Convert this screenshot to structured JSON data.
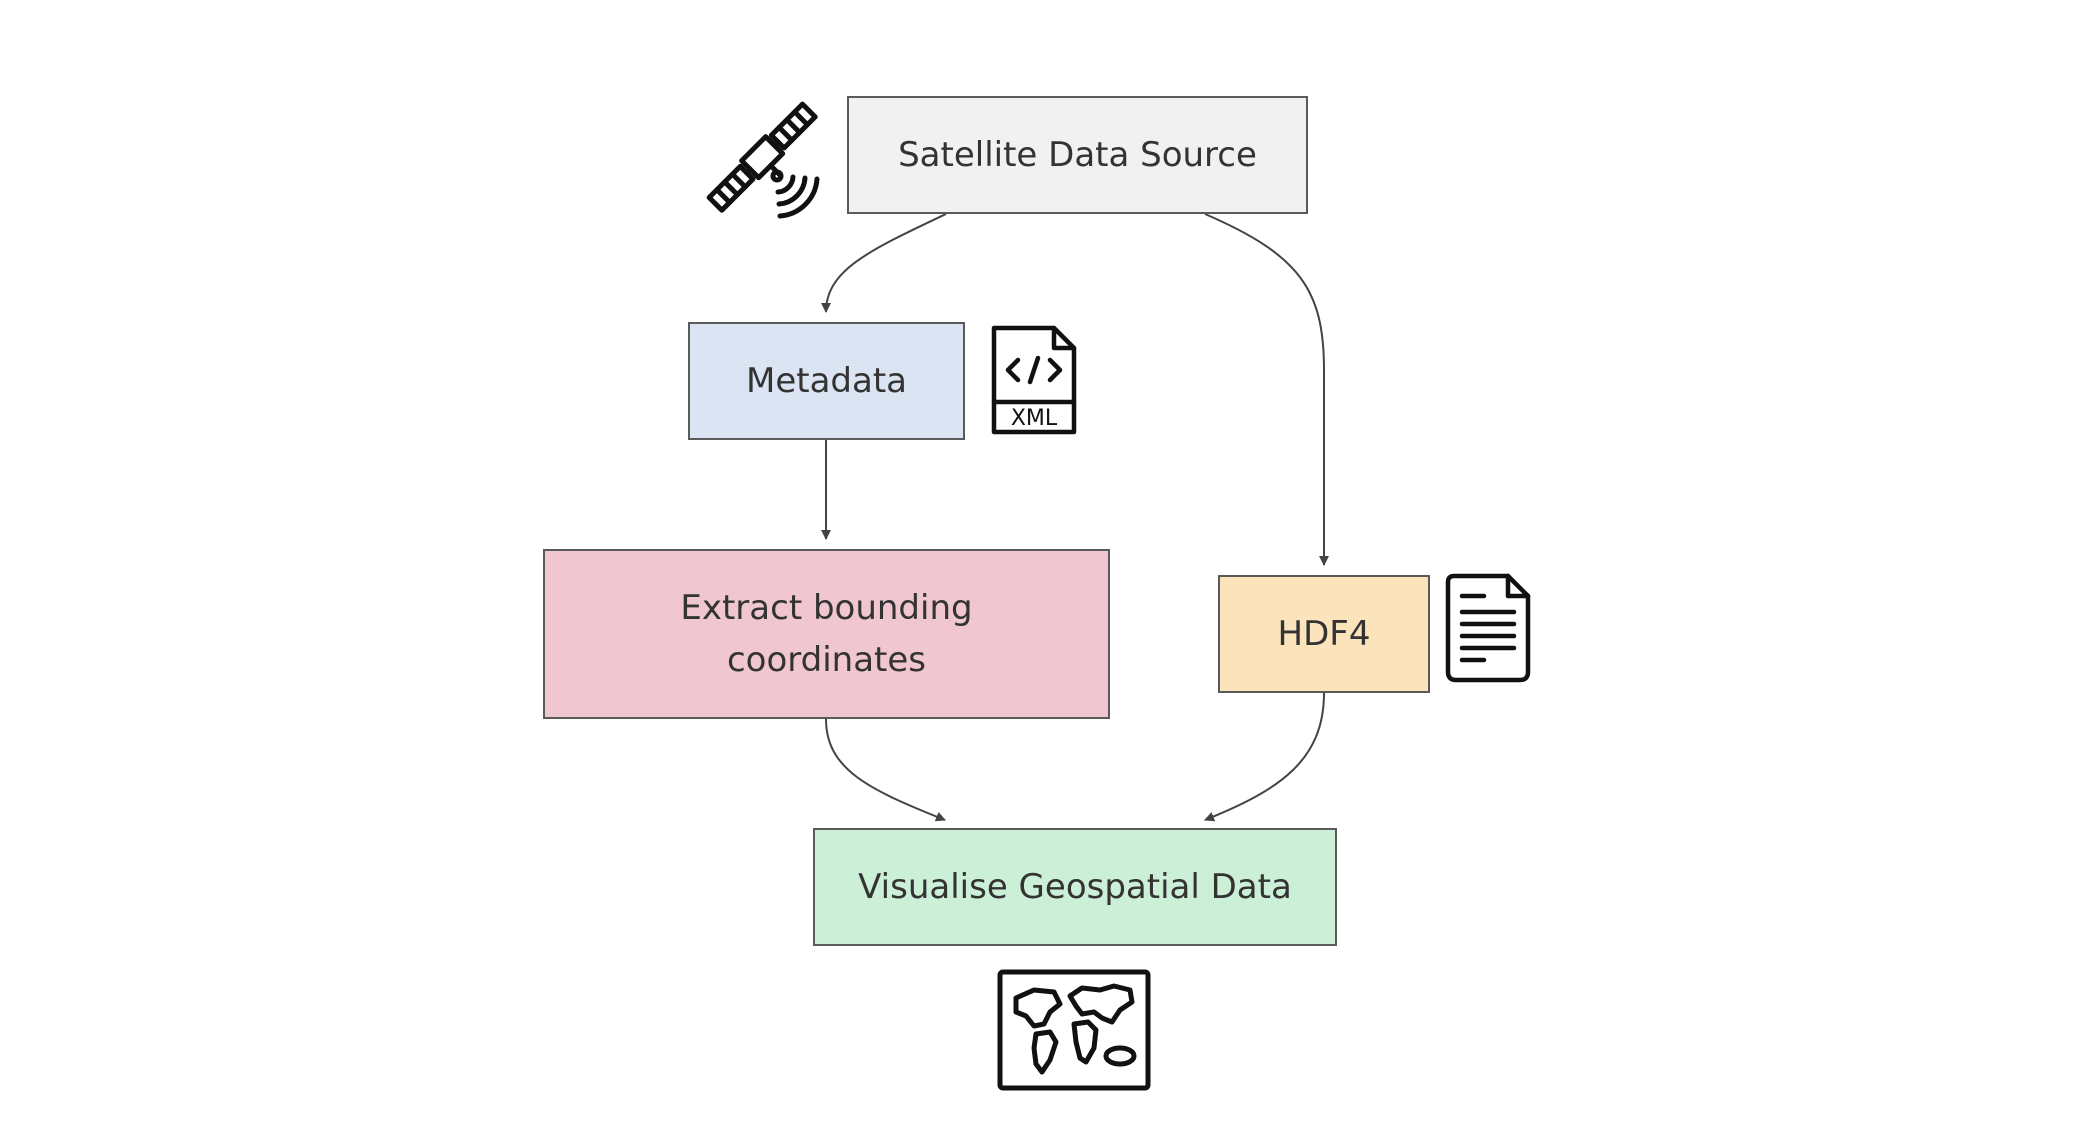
{
  "diagram": {
    "nodes": {
      "satellite": "Satellite Data Source",
      "metadata": "Metadata",
      "extract": "Extract bounding coordinates",
      "hdf4": "HDF4",
      "visualise": "Visualise Geospatial Data"
    },
    "edges": [
      {
        "from": "satellite",
        "to": "metadata"
      },
      {
        "from": "satellite",
        "to": "hdf4"
      },
      {
        "from": "metadata",
        "to": "extract"
      },
      {
        "from": "extract",
        "to": "visualise"
      },
      {
        "from": "hdf4",
        "to": "visualise"
      }
    ],
    "icons": {
      "satellite": "satellite-icon",
      "metadata": "xml-file-icon",
      "hdf4": "document-icon",
      "visualise": "world-map-icon"
    },
    "xml_icon_label": "XML",
    "colors": {
      "satellite": "#f1f1f1",
      "metadata": "#dbe4f2",
      "extract": "#f0c6d0",
      "hdf4": "#fbe4bb",
      "visualise": "#ccefd7",
      "border": "#5a5a5a",
      "edge": "#444444"
    }
  }
}
